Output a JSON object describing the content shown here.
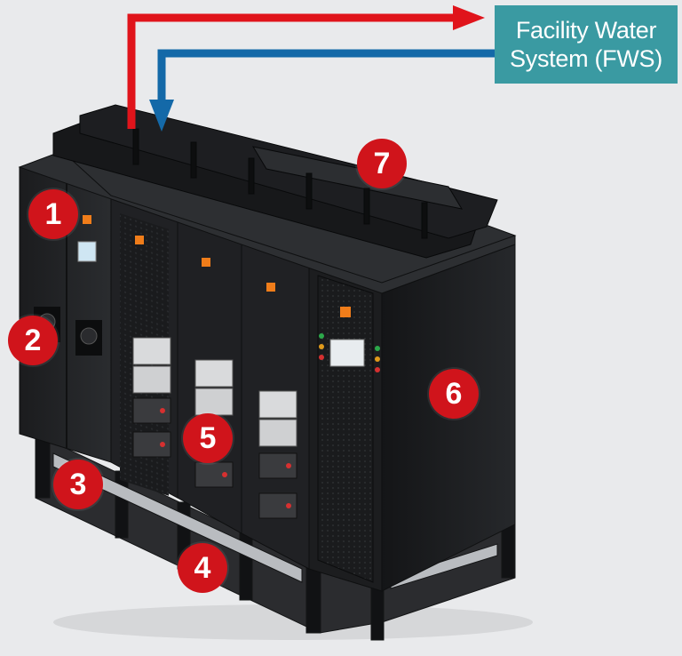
{
  "fws_label": {
    "line1": "Facility Water",
    "line2": "System (FWS)"
  },
  "callouts": [
    {
      "id": "callout-1",
      "label": "1"
    },
    {
      "id": "callout-2",
      "label": "2"
    },
    {
      "id": "callout-3",
      "label": "3"
    },
    {
      "id": "callout-4",
      "label": "4"
    },
    {
      "id": "callout-5",
      "label": "5"
    },
    {
      "id": "callout-6",
      "label": "6"
    },
    {
      "id": "callout-7",
      "label": "7"
    }
  ],
  "colors": {
    "supply_pipe": "#e0141b",
    "return_pipe": "#1469a8",
    "fws_box": "#3a9aa2",
    "badge": "#d0141b",
    "cabinet": "#1c1d1f",
    "accent_orange": "#f07d1a"
  }
}
